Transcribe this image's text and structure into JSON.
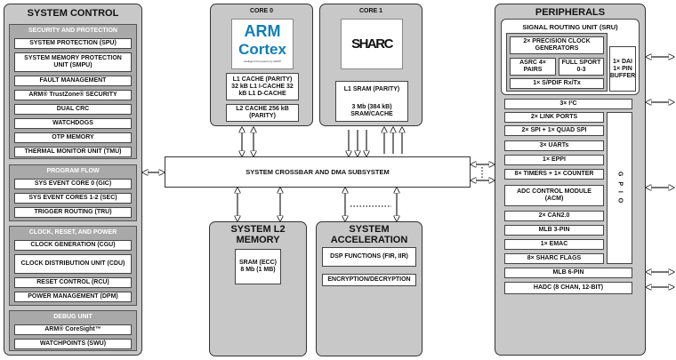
{
  "system_control": {
    "title": "SYSTEM CONTROL",
    "security": {
      "title": "SECURITY AND PROTECTION",
      "items": [
        "SYSTEM PROTECTION (SPU)",
        "SYSTEM MEMORY PROTECTION UNIT (SMPU)",
        "FAULT MANAGEMENT",
        "ARM® TrustZone® SECURITY",
        "DUAL CRC",
        "WATCHDOGS",
        "OTP MEMORY",
        "THERMAL MONITOR UNIT (TMU)"
      ]
    },
    "program_flow": {
      "title": "PROGRAM FLOW",
      "items": [
        "SYS EVENT CORE 0 (GIC)",
        "SYS EVENT CORES 1-2 (SEC)",
        "TRIGGER ROUTING (TRU)"
      ]
    },
    "clock": {
      "title": "CLOCK, RESET, AND POWER",
      "items": [
        "CLOCK GENERATION (CGU)",
        "CLOCK DISTRIBUTION UNIT (CDU)",
        "RESET CONTROL (RCU)",
        "POWER MANAGEMENT (DPM)"
      ]
    },
    "debug": {
      "title": "DEBUG UNIT",
      "items": [
        "ARM® CoreSight™",
        "WATCHPOINTS (SWU)"
      ]
    }
  },
  "core0": {
    "title": "CORE 0",
    "logo_main": "ARM",
    "logo_sub": "Cortex",
    "logo_tag": "Intelligent Processors by ARM®",
    "l1": "L1 CACHE (PARITY) 32 kB L1 I-CACHE 32 kB L1 D-CACHE",
    "l2": "L2 CACHE 256 kB (PARITY)"
  },
  "core1": {
    "title": "CORE 1",
    "logo": "SHARC",
    "l1": "L1 SRAM (PARITY)",
    "sram": "3 Mb (384 kB) SRAM/CACHE"
  },
  "crossbar": "SYSTEM CROSSBAR AND DMA SUBSYSTEM",
  "l2mem": {
    "title": "SYSTEM L2 MEMORY",
    "box": "SRAM (ECC) 8 Mb (1 MB)"
  },
  "accel": {
    "title": "SYSTEM ACCELERATION",
    "dsp": "DSP FUNCTIONS (FIR, IIR)",
    "crypto": "ENCRYPTION/DECRYPTION"
  },
  "peripherals": {
    "title": "PERIPHERALS",
    "sru": {
      "title": "SIGNAL ROUTING UNIT (SRU)",
      "clock_gen": "2× PRECISION CLOCK GENERATORS",
      "asrc": "ASRC 4× PAIRS",
      "sport": "FULL SPORT 0-3",
      "spdif": "1× S/PDIF Rx/Tx",
      "dai": "1× DAI 1× PIN BUFFER"
    },
    "i2c": "3× I²C",
    "items": [
      "2× LINK PORTS",
      "2× SPI + 1× QUAD SPI",
      "3× UARTs",
      "1× EPPI",
      "8× TIMERS + 1× COUNTER",
      "ADC CONTROL MODULE (ACM)",
      "2× CAN2.0",
      "MLB 3-PIN",
      "1× EMAC",
      "8× SHARC FLAGS"
    ],
    "gpio": "G P I O",
    "mlb6": "MLB 6-PIN",
    "hadc": "HADC (8 CHAN, 12-BIT)"
  }
}
